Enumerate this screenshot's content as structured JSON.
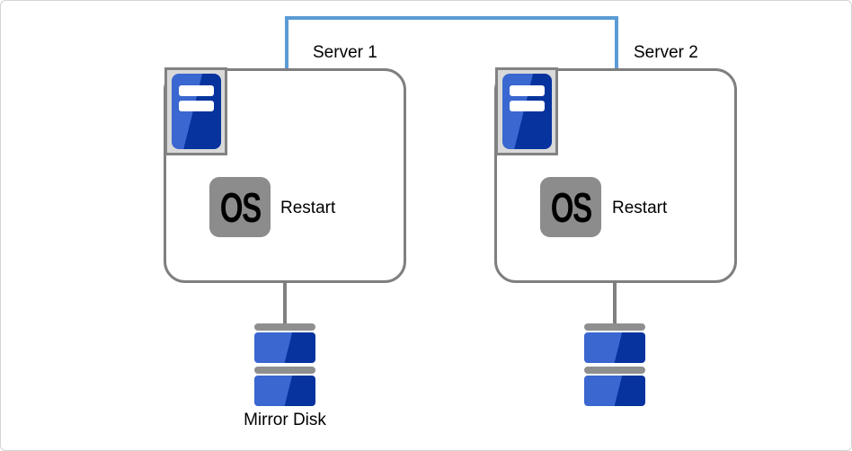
{
  "diagram": {
    "type": "failover-cluster-diagram",
    "servers": [
      {
        "label": "Server 1",
        "badge": "OS",
        "action": "Restart"
      },
      {
        "label": "Server 2",
        "badge": "OS",
        "action": "Restart"
      }
    ],
    "disk_label": "Mirror Disk",
    "icons": {
      "server": "server-tower-icon",
      "disk": "disk-stack-icon"
    },
    "colors": {
      "link_blue": "#5B9BD5",
      "outline_gray": "#7f7f7f",
      "connector_gray": "#808080",
      "frame_fill": "#d9d9d9",
      "frame_border": "#828282",
      "badge_gray": "#8c8c8c",
      "disk_bar_gray": "#8f8f8f",
      "blue_light": "#3a67d0",
      "blue_dark": "#06339e",
      "text": "#000000",
      "canvas_border": "#d3d3d3"
    }
  }
}
